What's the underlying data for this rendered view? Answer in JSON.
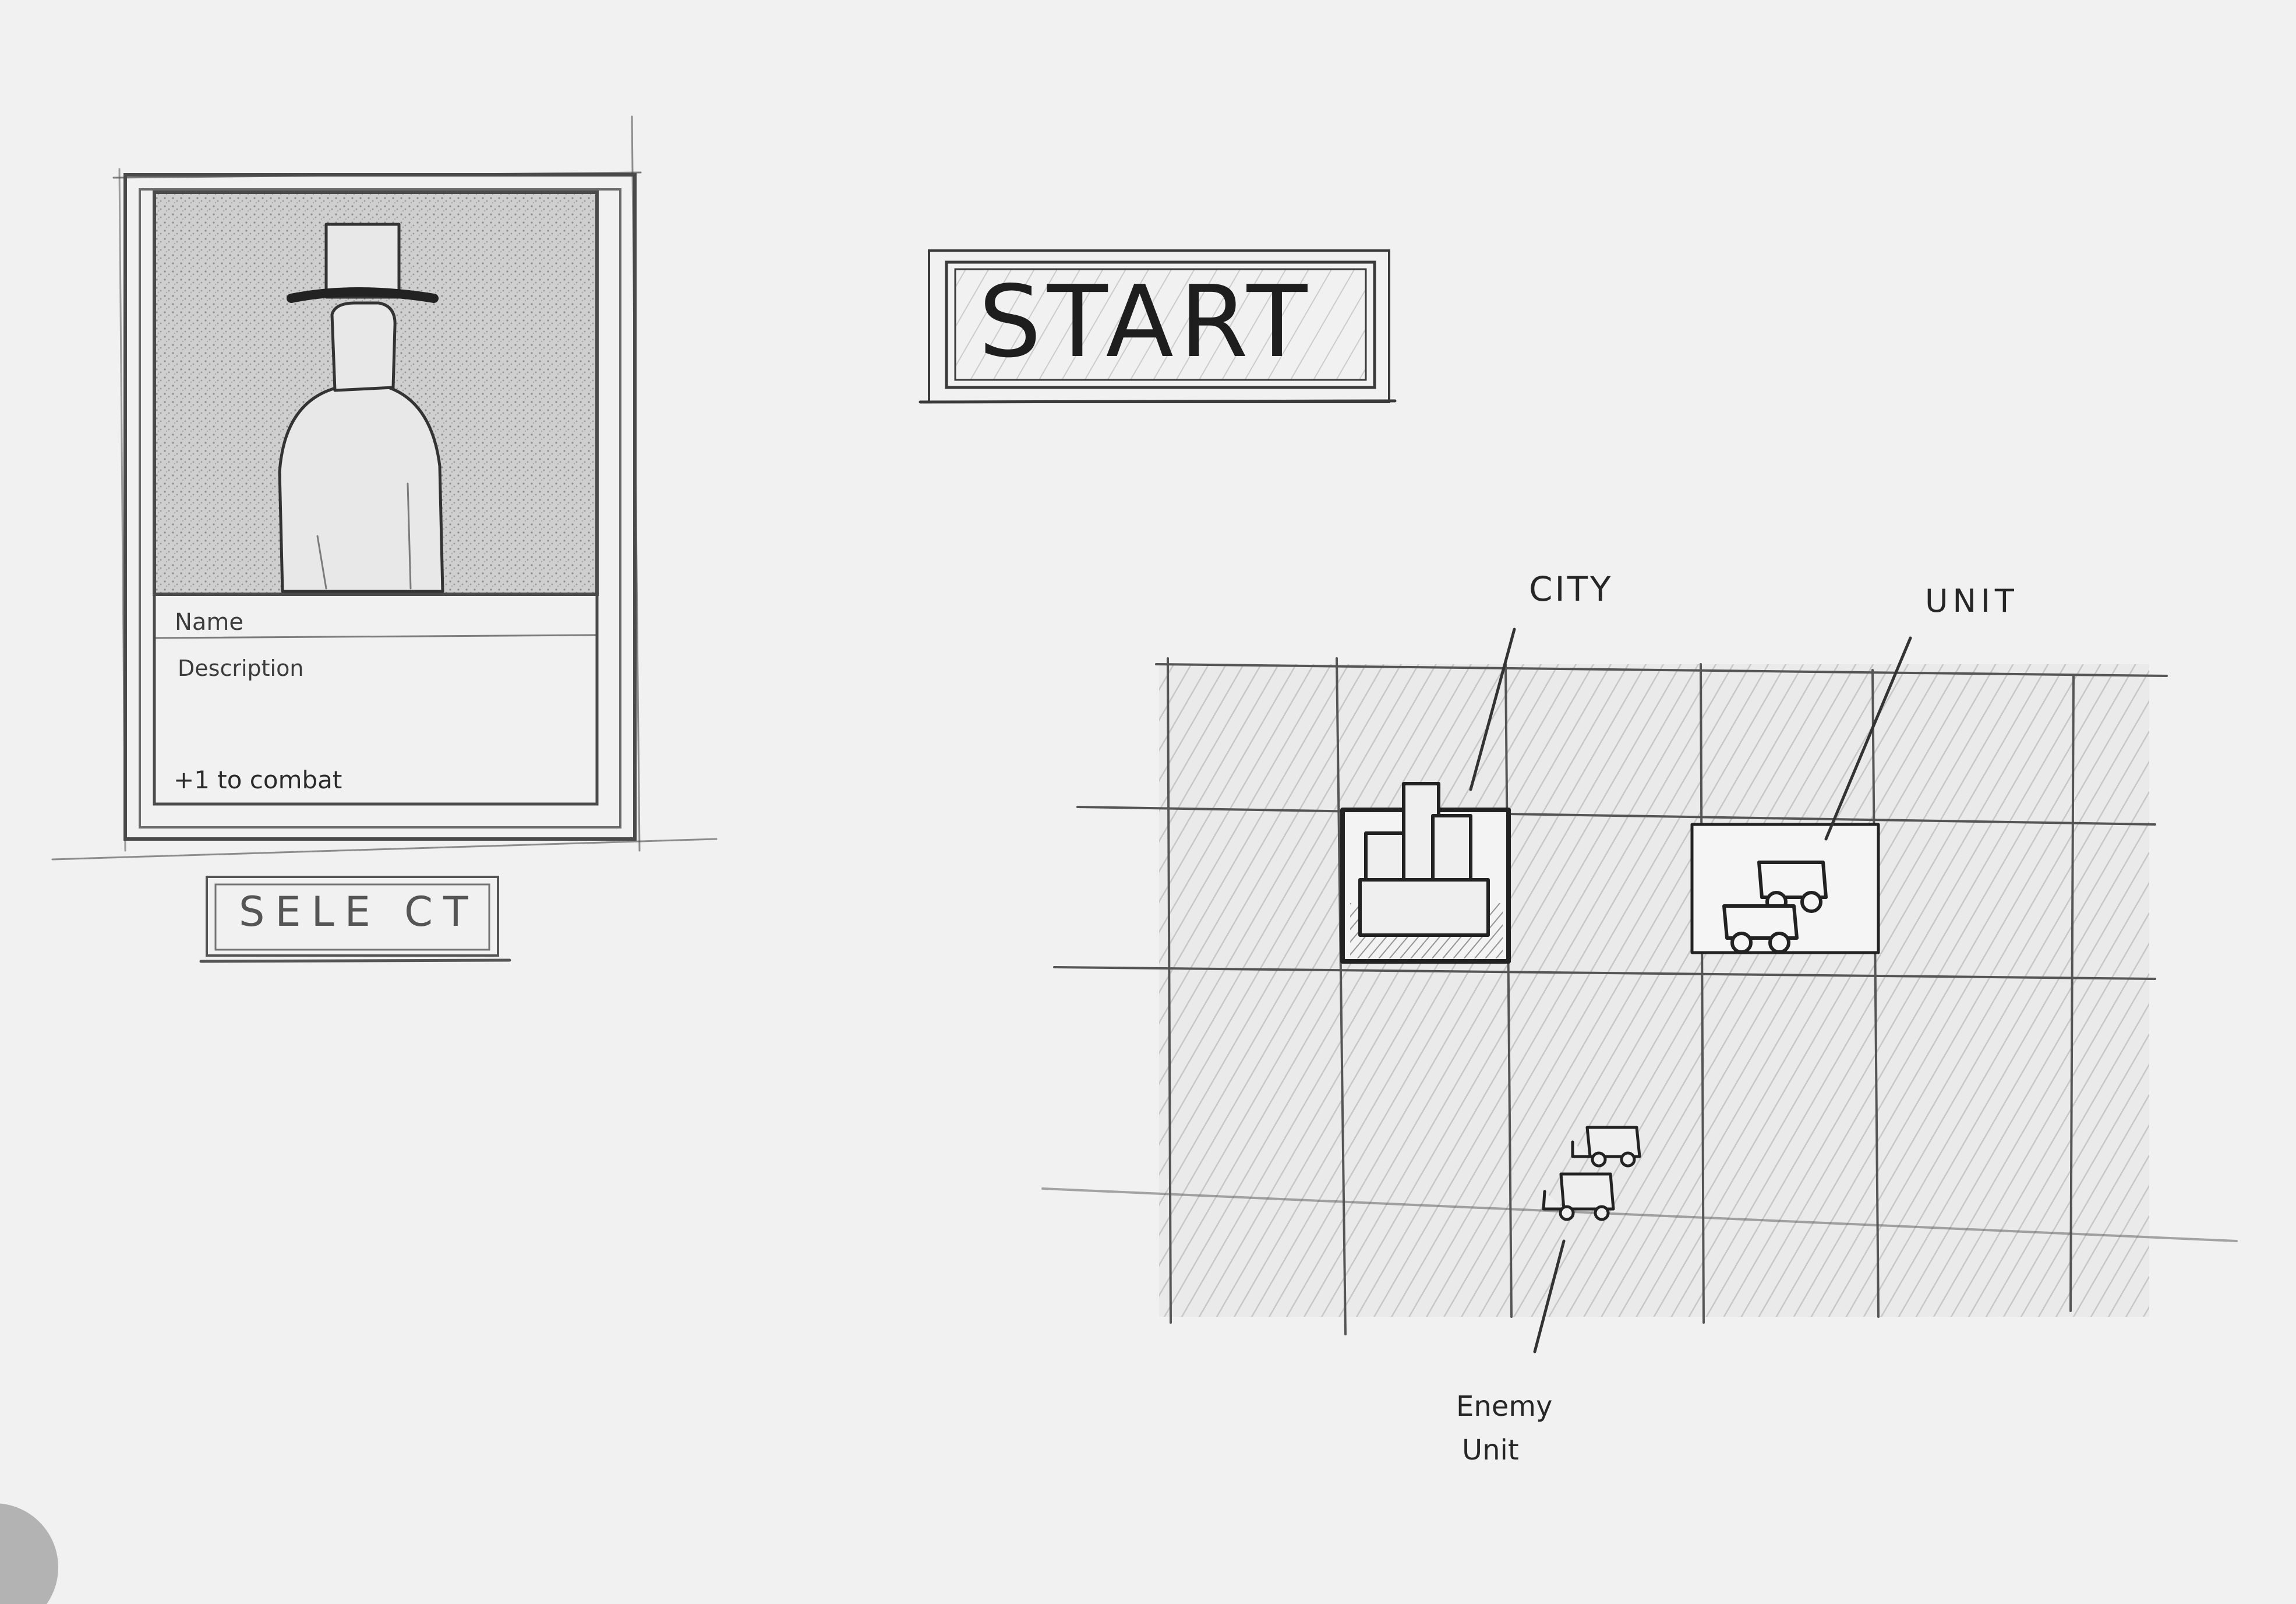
{
  "start_button": {
    "label": "START"
  },
  "character_card": {
    "name_label": "Name",
    "description_label": "Description",
    "bonus_text": "+1 to combat"
  },
  "select_button": {
    "label": "SELE CT"
  },
  "map": {
    "city_label": "CITY",
    "unit_label": "UNIT",
    "enemy_unit_label_line1": "Enemy",
    "enemy_unit_label_line2": "Unit"
  }
}
